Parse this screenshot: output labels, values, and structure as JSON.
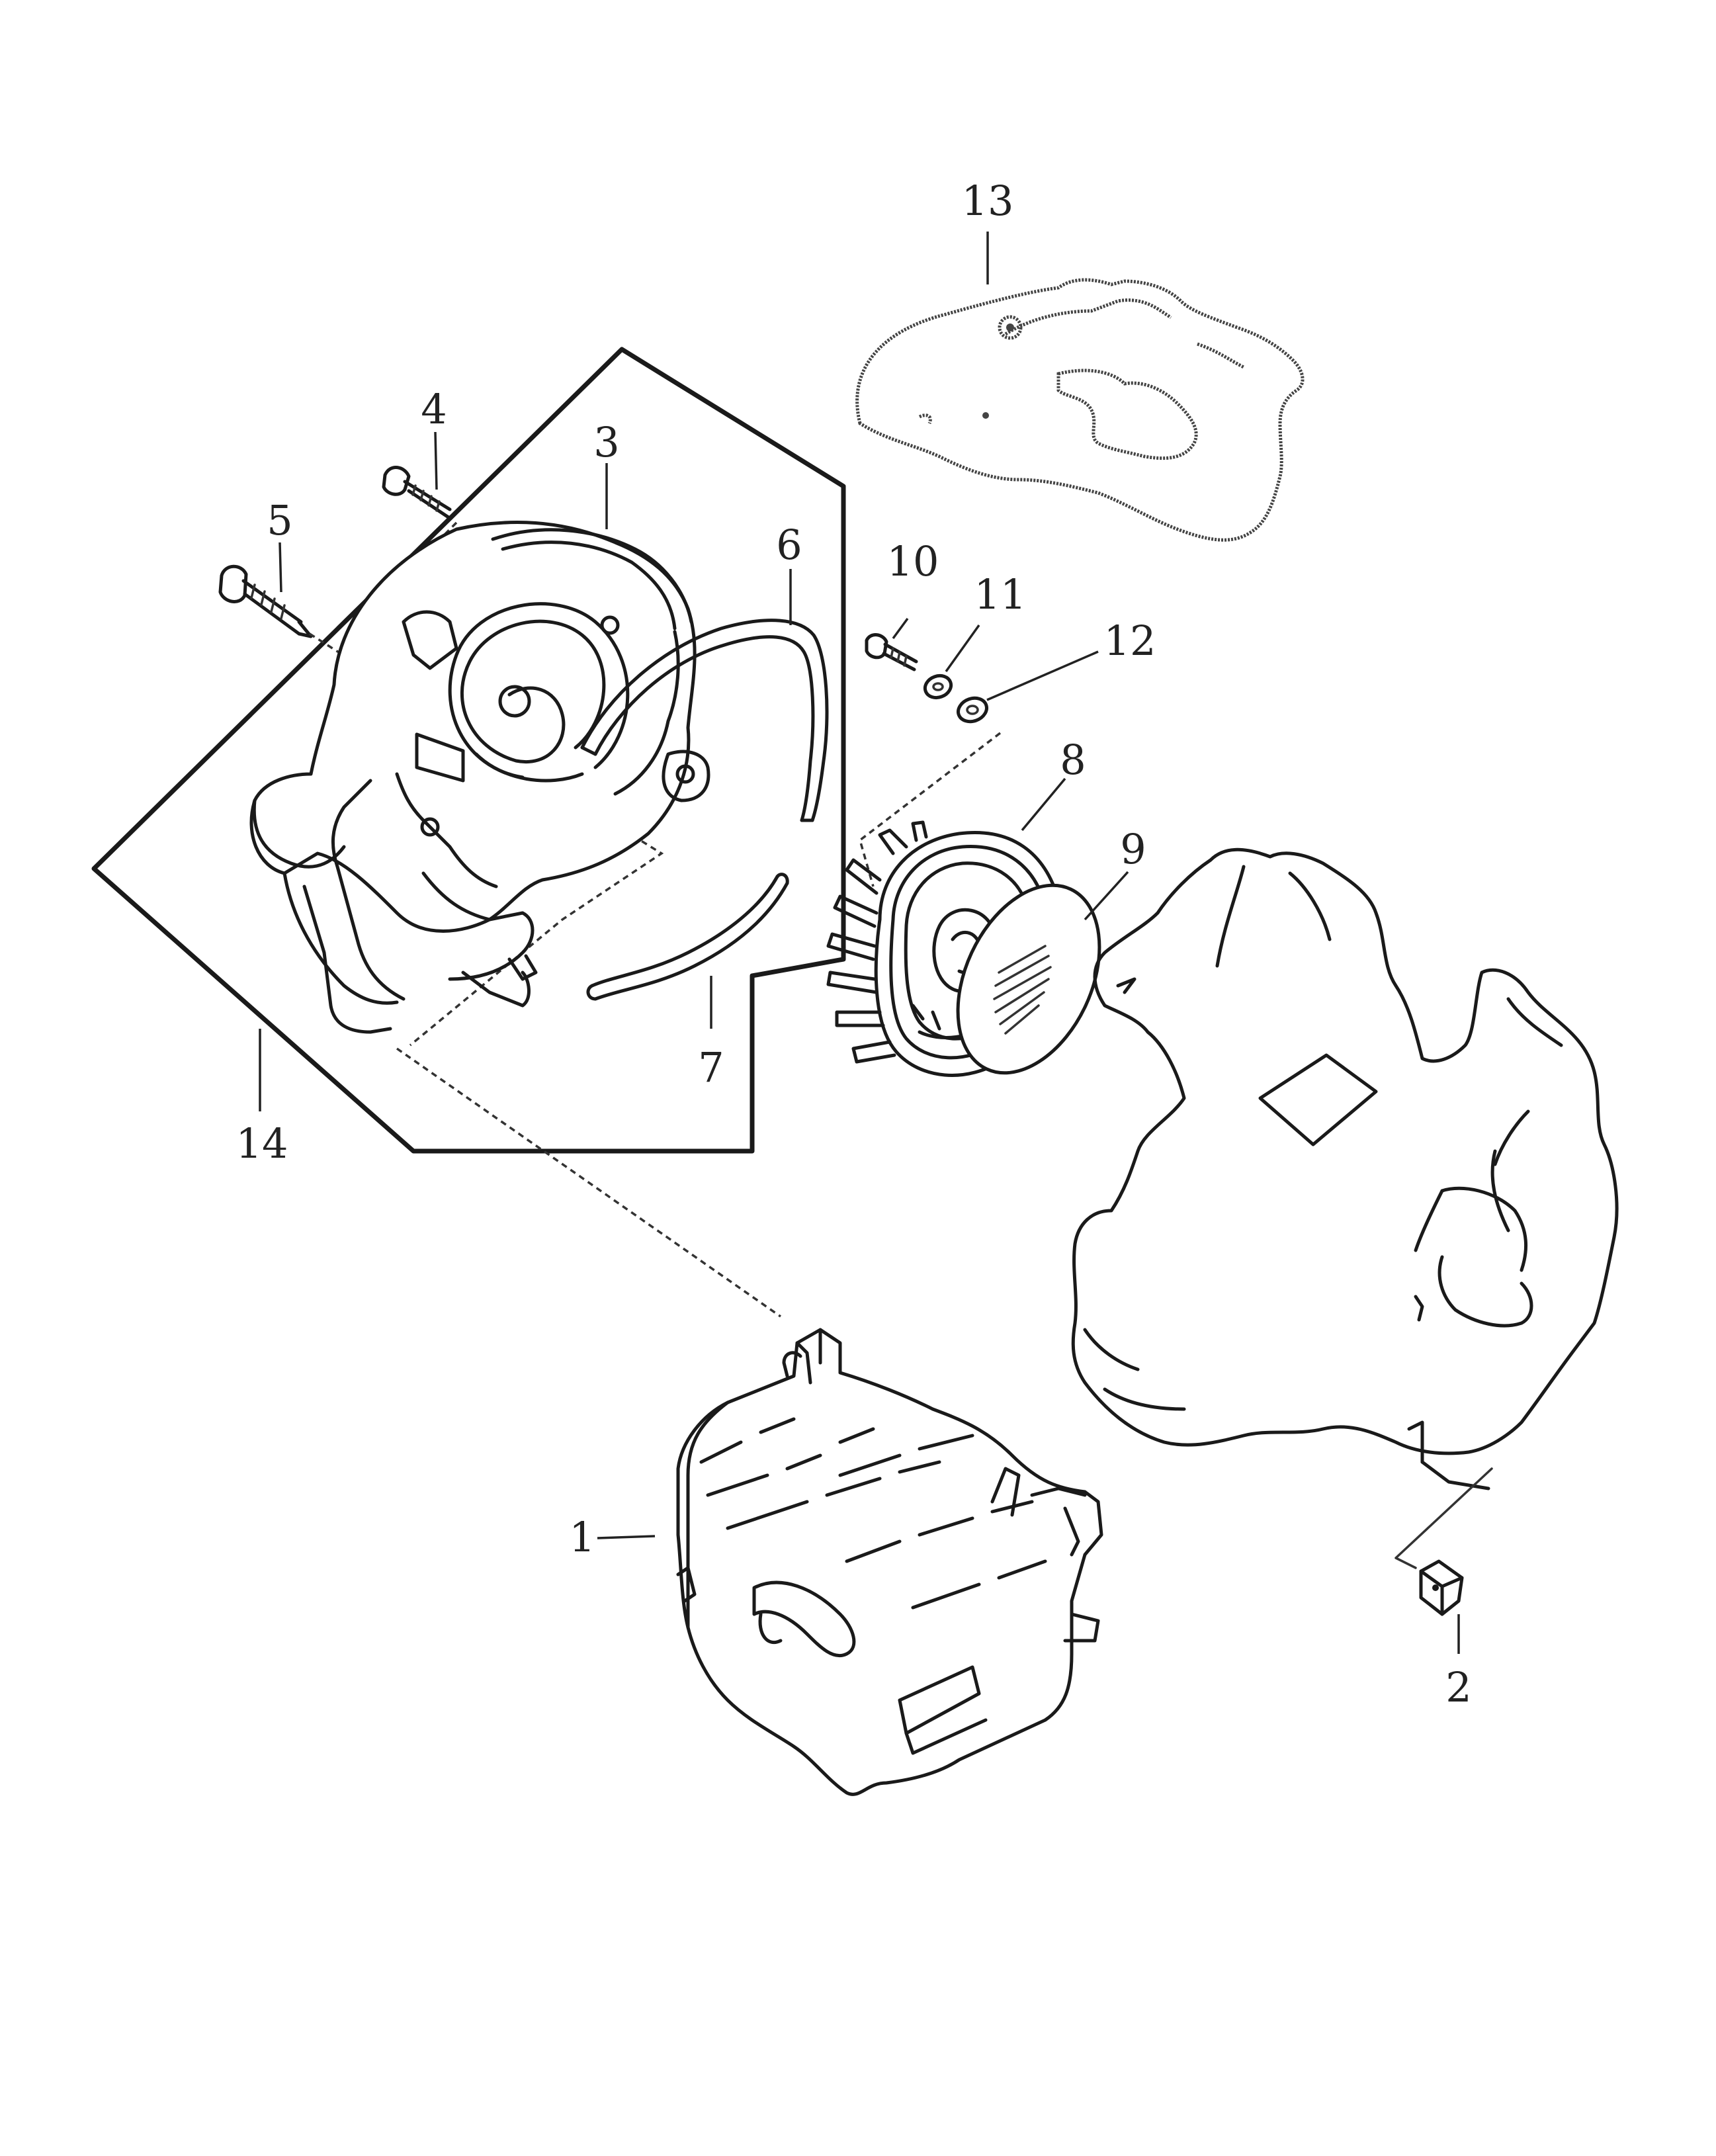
{
  "parts": [
    {
      "id": "1",
      "label": "1",
      "part": "cover-housing"
    },
    {
      "id": "2",
      "label": "2",
      "part": "nut"
    },
    {
      "id": "3",
      "label": "3",
      "part": "fan-cover"
    },
    {
      "id": "4",
      "label": "4",
      "part": "screw"
    },
    {
      "id": "5",
      "label": "5",
      "part": "screw"
    },
    {
      "id": "6",
      "label": "6",
      "part": "rope-guide"
    },
    {
      "id": "7",
      "label": "7",
      "part": "rope-guide"
    },
    {
      "id": "8",
      "label": "8",
      "part": "flywheel-fan"
    },
    {
      "id": "9",
      "label": "9",
      "part": "reel-plate"
    },
    {
      "id": "10",
      "label": "10",
      "part": "screw"
    },
    {
      "id": "11",
      "label": "11",
      "part": "washer"
    },
    {
      "id": "12",
      "label": "12",
      "part": "washer"
    },
    {
      "id": "13",
      "label": "13",
      "part": "gasket"
    },
    {
      "id": "14",
      "label": "14",
      "part": "starter-assembly"
    }
  ]
}
